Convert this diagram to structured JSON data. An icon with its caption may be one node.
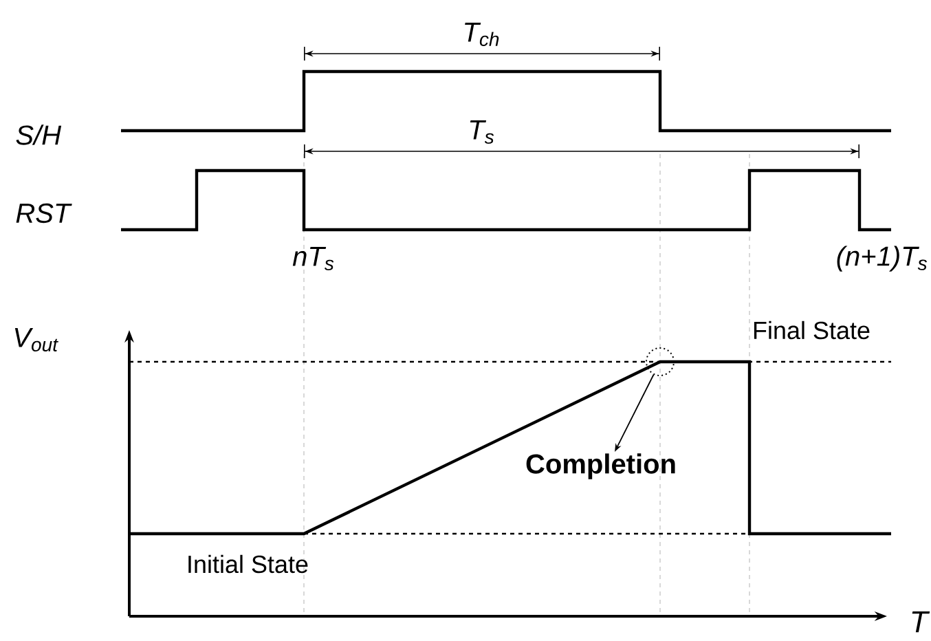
{
  "diagram": {
    "nodes": [
      {
        "text": [],
        "shape": "circle"
      },
      {
        "text": [
          "Completion"
        ]
      }
    ],
    "edges": [
      {
        "from": 0,
        "to": 1,
        "arrow": "to"
      }
    ],
    "labels": [
      "T$_{ch}$",
      "S/H",
      "T$_{s}$",
      "RST",
      "nT$_{s}$",
      "(n+1)T$_{s}$",
      "V$_{out}$",
      "Final State",
      "Initial State",
      "T"
    ]
  }
}
